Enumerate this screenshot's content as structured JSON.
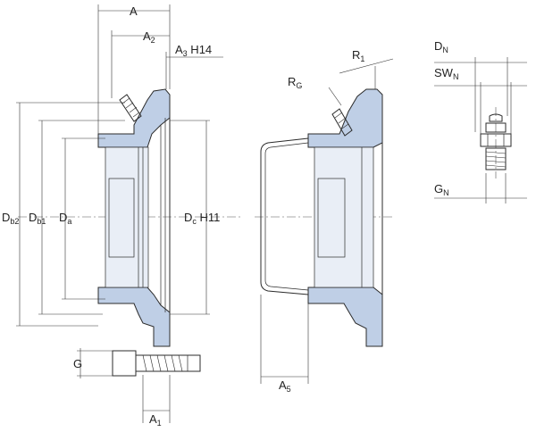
{
  "labels": {
    "A": "A",
    "A2": {
      "base": "A",
      "sub": "2"
    },
    "A3": {
      "base": "A",
      "sub": "3",
      "suffix": " H14"
    },
    "Db2": {
      "base": "D",
      "sub": "b2"
    },
    "Db1": {
      "base": "D",
      "sub": "b1"
    },
    "Da": {
      "base": "D",
      "sub": "a"
    },
    "Dc": {
      "base": "D",
      "sub": "c",
      "suffix": " H11"
    },
    "G": "G",
    "A1": {
      "base": "A",
      "sub": "1"
    },
    "RG": {
      "base": "R",
      "sub": "G"
    },
    "R1": {
      "base": "R",
      "sub": "1"
    },
    "A5": {
      "base": "A",
      "sub": "5"
    },
    "DN": {
      "base": "D",
      "sub": "N"
    },
    "SWN": {
      "base": "SW",
      "sub": "N"
    },
    "GN": {
      "base": "G",
      "sub": "N"
    }
  },
  "colors": {
    "housing_fill": "#bfcfe6",
    "line": "#2b2b2b"
  }
}
